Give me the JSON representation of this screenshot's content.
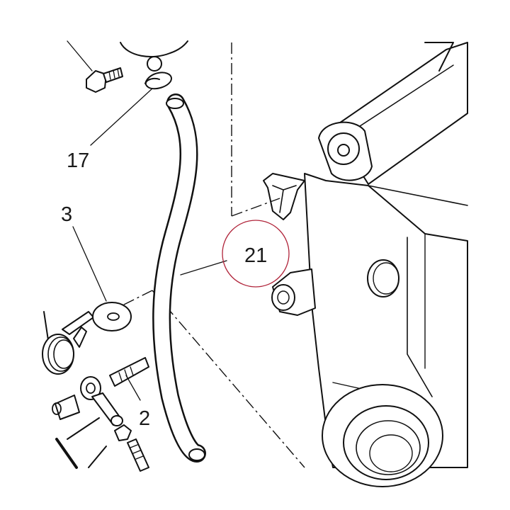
{
  "callouts": [
    {
      "id": "17",
      "label": "17"
    },
    {
      "id": "3",
      "label": "3"
    },
    {
      "id": "21",
      "label": "21"
    },
    {
      "id": "2",
      "label": "2"
    }
  ],
  "highlight": {
    "target": "21",
    "color": "#b0243a"
  }
}
